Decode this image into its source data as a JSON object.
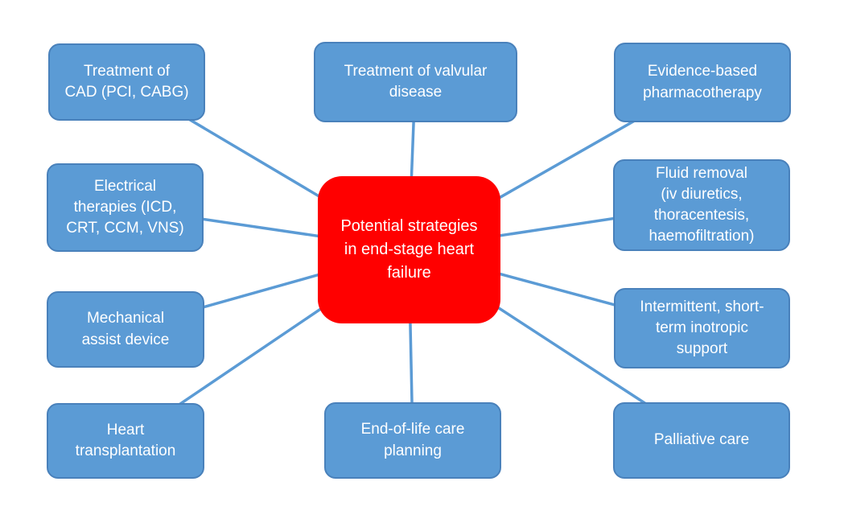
{
  "diagram": {
    "title": "Potential strategies in end-stage heart failure diagram",
    "colors": {
      "background": "#FFFFFF",
      "node-fill": "#5B9BD5",
      "node-border": "#4981BB",
      "connector": "#5B9BD5",
      "center-fill": "#FF0000",
      "text": "#FFFFFF"
    },
    "center": {
      "label": "Potential strategies\nin end-stage heart\nfailure"
    },
    "nodes": [
      {
        "id": "treatment-cad",
        "label": "Treatment of\nCAD (PCI, CABG)"
      },
      {
        "id": "valvular-disease",
        "label": "Treatment of valvular\ndisease"
      },
      {
        "id": "pharmacotherapy",
        "label": "Evidence-based\npharmacotherapy"
      },
      {
        "id": "electrical-therapies",
        "label": "Electrical\ntherapies (ICD,\nCRT, CCM, VNS)"
      },
      {
        "id": "fluid-removal",
        "label": "Fluid removal\n(iv diuretics,\nthoracentesis,\nhaemofiltration)"
      },
      {
        "id": "mechanical-assist",
        "label": "Mechanical\nassist device"
      },
      {
        "id": "inotropic-support",
        "label": "Intermittent, short-\nterm inotropic\nsupport"
      },
      {
        "id": "heart-transplant",
        "label": "Heart\ntransplantation"
      },
      {
        "id": "end-of-life",
        "label": "End-of-life care\nplanning"
      },
      {
        "id": "palliative-care",
        "label": "Palliative care"
      }
    ]
  }
}
